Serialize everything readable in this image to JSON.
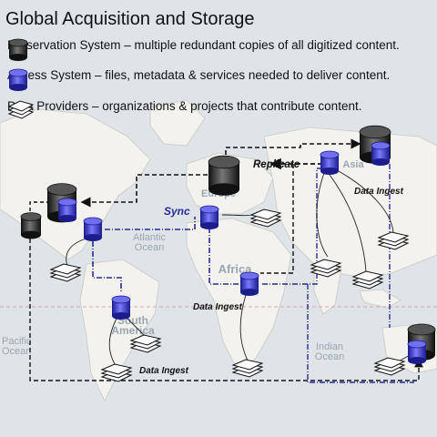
{
  "title": "Global Acquisition and Storage",
  "legend": [
    {
      "icon": "black-cylinder",
      "text": "Preservation System – multiple redundant copies of all digitized content."
    },
    {
      "icon": "blue-cylinder",
      "text": "Access System – files, metadata & services needed to deliver content."
    },
    {
      "icon": "tray-stack",
      "text": "Data Providers – organizations & projects that contribute content."
    }
  ],
  "flow_labels": {
    "replicate": "Replicate",
    "sync": "Sync",
    "ingest_asia": "Data Ingest",
    "ingest_africa": "Data Ingest",
    "ingest_south": "Data Ingest"
  },
  "map_labels": {
    "europe": "Europe",
    "africa": "Africa",
    "asia": "Asia",
    "atlantic": "Atlantic\nOcean",
    "indian": "Indian\nOcean",
    "south_america": "South\nAmerica",
    "pacific": "Pacific\nOcean"
  },
  "colors": {
    "ocean": "#dfe4e8",
    "land": "#f3f2ee",
    "preservation": "#2b2b2b",
    "access": "#3a3ad0",
    "dashed_black": "#111111",
    "dashed_blue": "#2a2a9a"
  }
}
